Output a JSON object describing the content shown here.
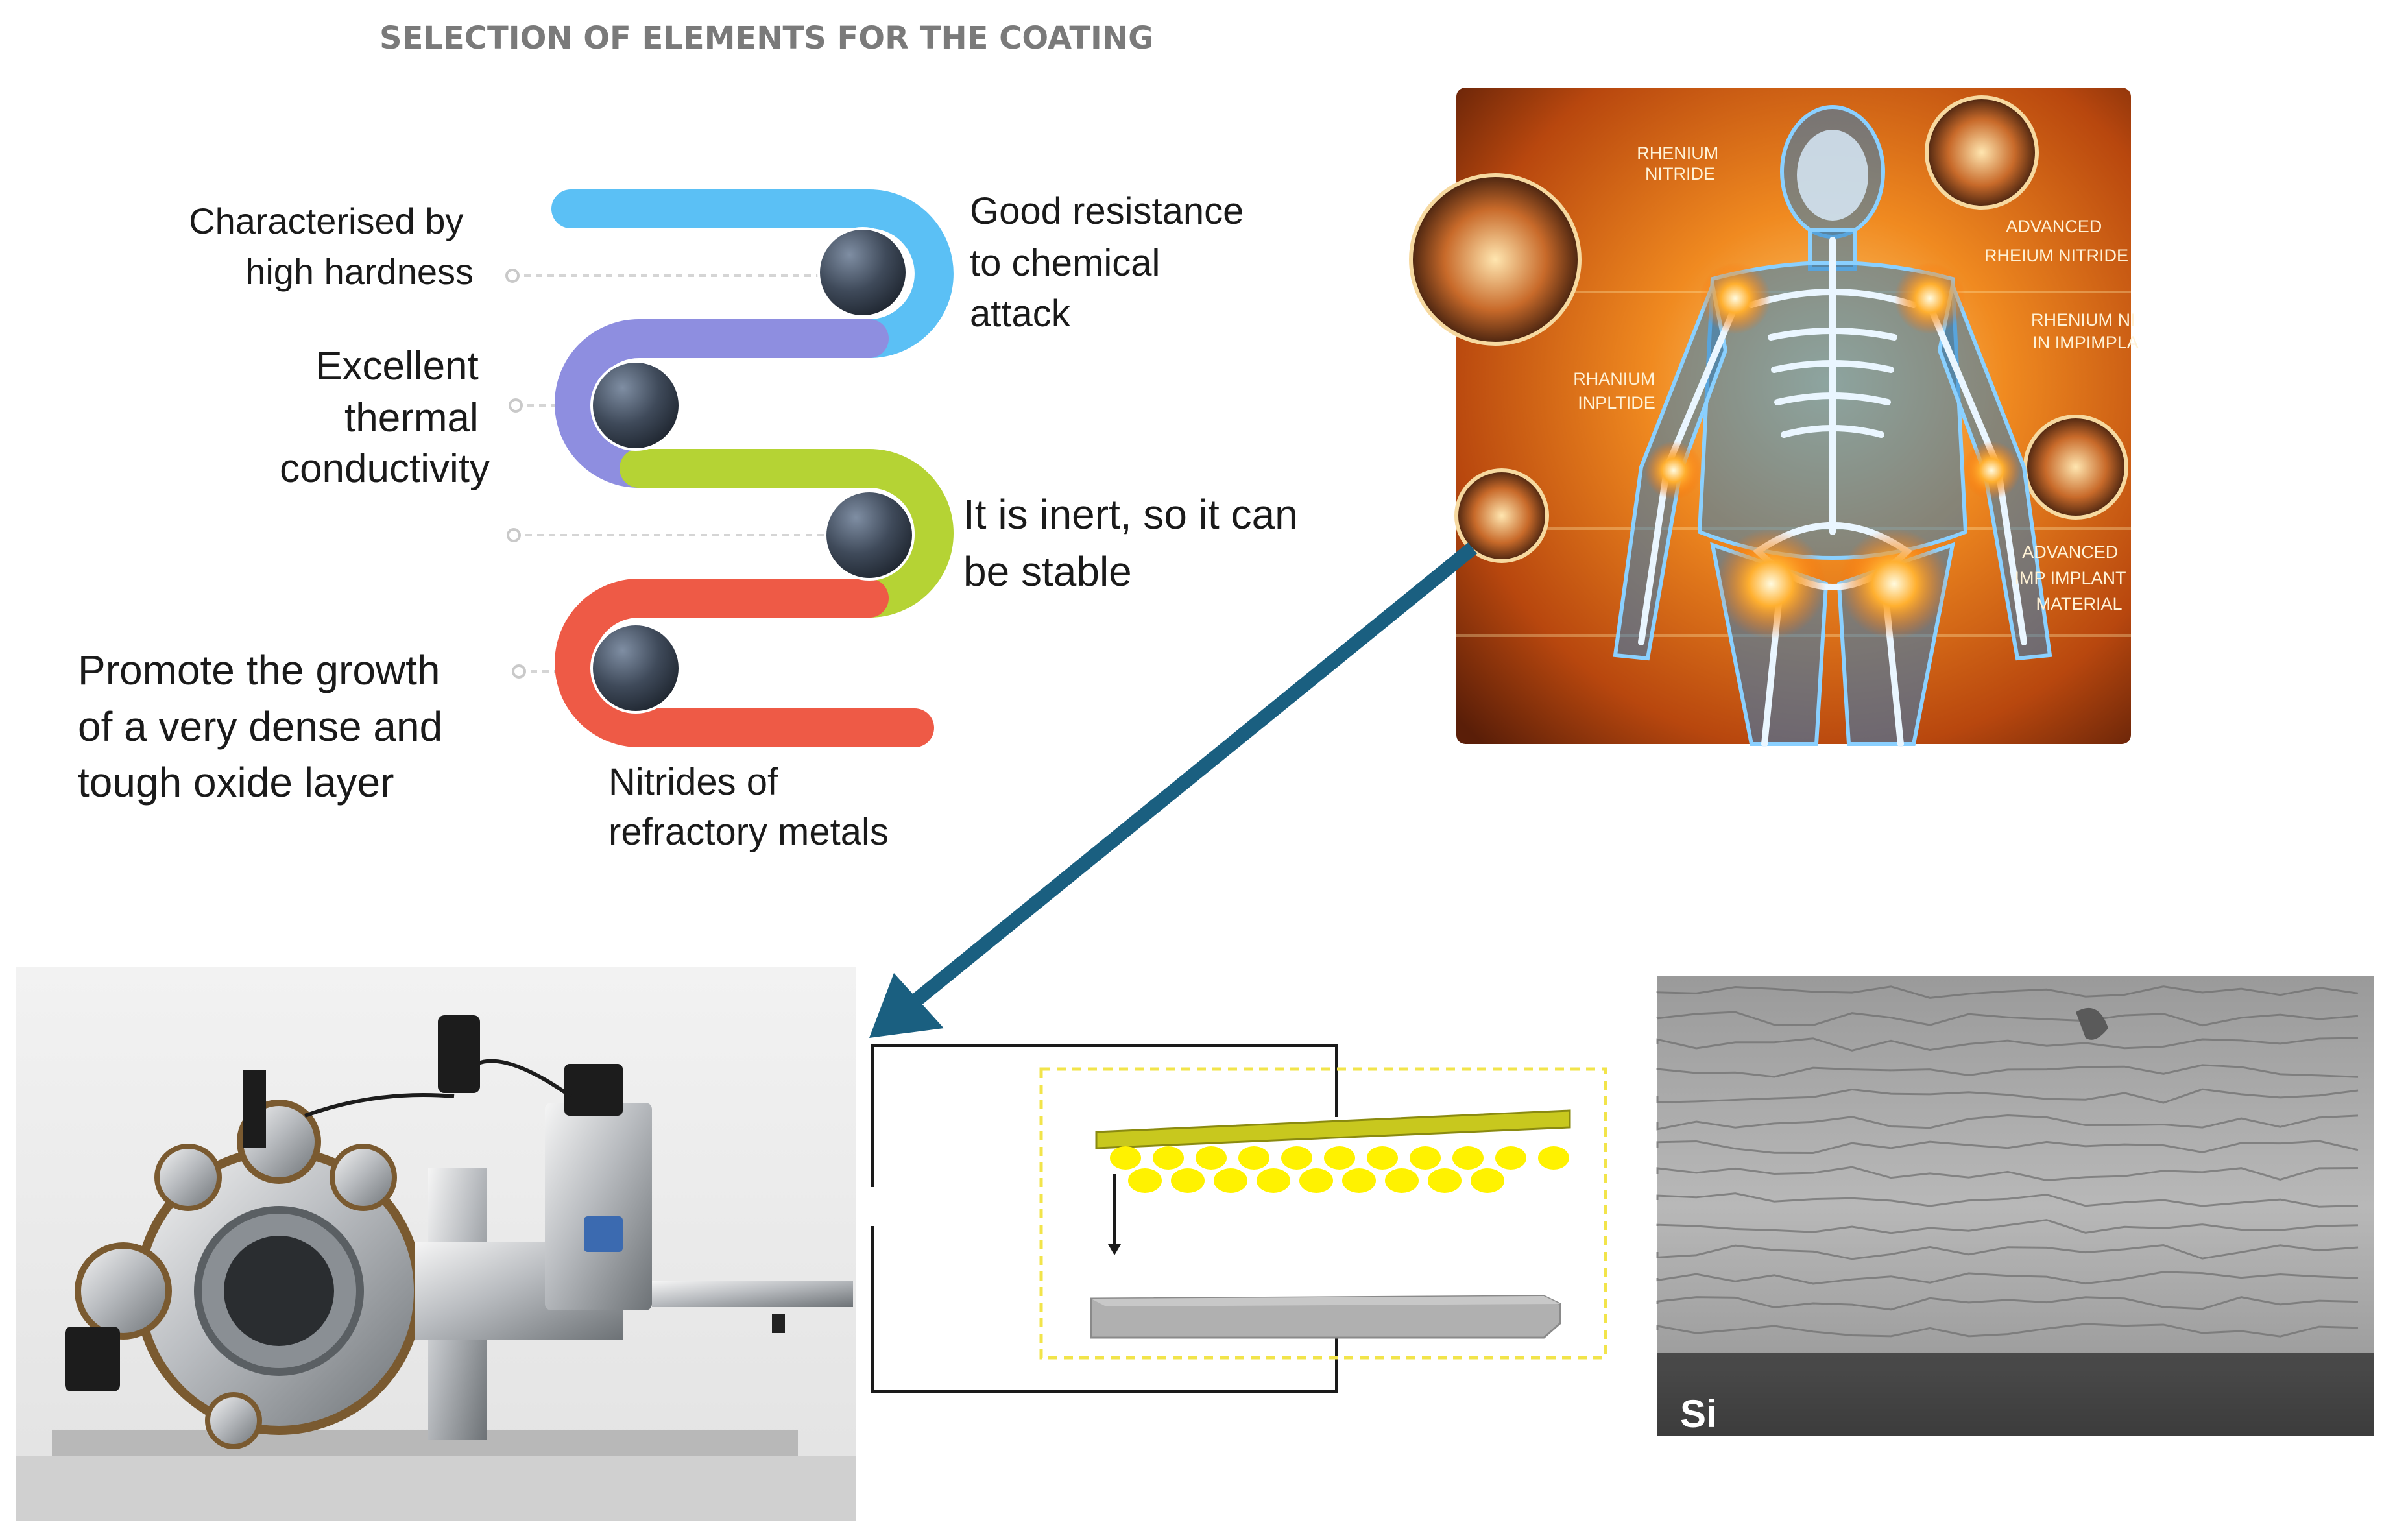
{
  "title": "SELECTION OF ELEMENTS FOR THE COATING",
  "snake": {
    "colors": {
      "blue": "#5bc0f5",
      "purple": "#8e8ee0",
      "green": "#b5d334",
      "red": "#ee5a46",
      "ball": "#3f4a5a"
    },
    "labels": [
      {
        "id": "hardness",
        "lines": [
          "Characterised by",
          "high hardness"
        ]
      },
      {
        "id": "chemical",
        "lines": [
          "Good resistance",
          "to chemical",
          "attack"
        ]
      },
      {
        "id": "thermal",
        "lines": [
          "Excellent",
          "thermal",
          "conductivity"
        ]
      },
      {
        "id": "inert",
        "lines": [
          "It is inert, so it can",
          "be stable"
        ]
      },
      {
        "id": "oxide",
        "lines": [
          "Promote the growth",
          "of a very dense and",
          "tough oxide layer"
        ]
      },
      {
        "id": "nitrides",
        "lines": [
          "Nitrides of",
          "refractory metals"
        ]
      }
    ]
  },
  "body_image": {
    "labels": [
      {
        "id": "rhenium-nitride",
        "lines": [
          "RHENIUM",
          "NITRIDE"
        ]
      },
      {
        "id": "advanced-rhenium",
        "lines": [
          "ADVANCED",
          "RHEIUM NITRIDE"
        ]
      },
      {
        "id": "rhenium-implant",
        "lines": [
          "RHENIUM NI",
          "IN IMPIMPLA"
        ]
      },
      {
        "id": "rhanium-inplide",
        "lines": [
          "RHANIUM",
          "INPLTIDE"
        ]
      },
      {
        "id": "advanced-implant",
        "lines": [
          "ADVANCED",
          "IMP IMPLANT",
          "MATERIAL"
        ]
      }
    ],
    "colors": {
      "bg": "#d86a1a",
      "glow": "#ffb347",
      "skeleton": "#e8f4ff",
      "body": "#3a9ad9"
    }
  },
  "arrow_color": "#1a5f80",
  "diagram": {
    "target_color": "#c8c81e",
    "particle_color": "#fff200",
    "substrate_color": "#b0b0b0",
    "dashed_color": "#f2e44a"
  },
  "sem": {
    "label": "Si"
  }
}
